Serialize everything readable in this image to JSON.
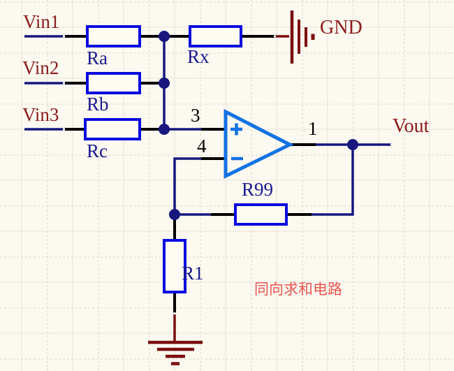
{
  "canvas": {
    "tool_hint": "schematic-editor-canvas",
    "annotation": "同向求和电路"
  },
  "net_labels": {
    "vin1": "Vin1",
    "vin2": "Vin2",
    "vin3": "Vin3",
    "vout": "Vout",
    "gnd": "GND"
  },
  "designators": {
    "ra": "Ra",
    "rb": "Rb",
    "rc": "Rc",
    "rx": "Rx",
    "r99": "R99",
    "r1": "R1"
  },
  "opamp_pins": {
    "noninverting": "3",
    "inverting": "4",
    "output": "1"
  },
  "colors": {
    "background": "#FBF9F0",
    "grid_solid": "#E8E4D7",
    "grid_dashed": "#DDD8C9",
    "wire": "#17177E",
    "component_pin": "#000000",
    "component_outline": "#0A0AE0",
    "component_fill": "#FDFBF2",
    "opamp_blue": "#1472E4",
    "power_symbol_red": "#7A0E0E",
    "net_label_text": "#8B1A1A",
    "designator_text": "#1A1A8F",
    "annotation_text": "#EA5550"
  }
}
